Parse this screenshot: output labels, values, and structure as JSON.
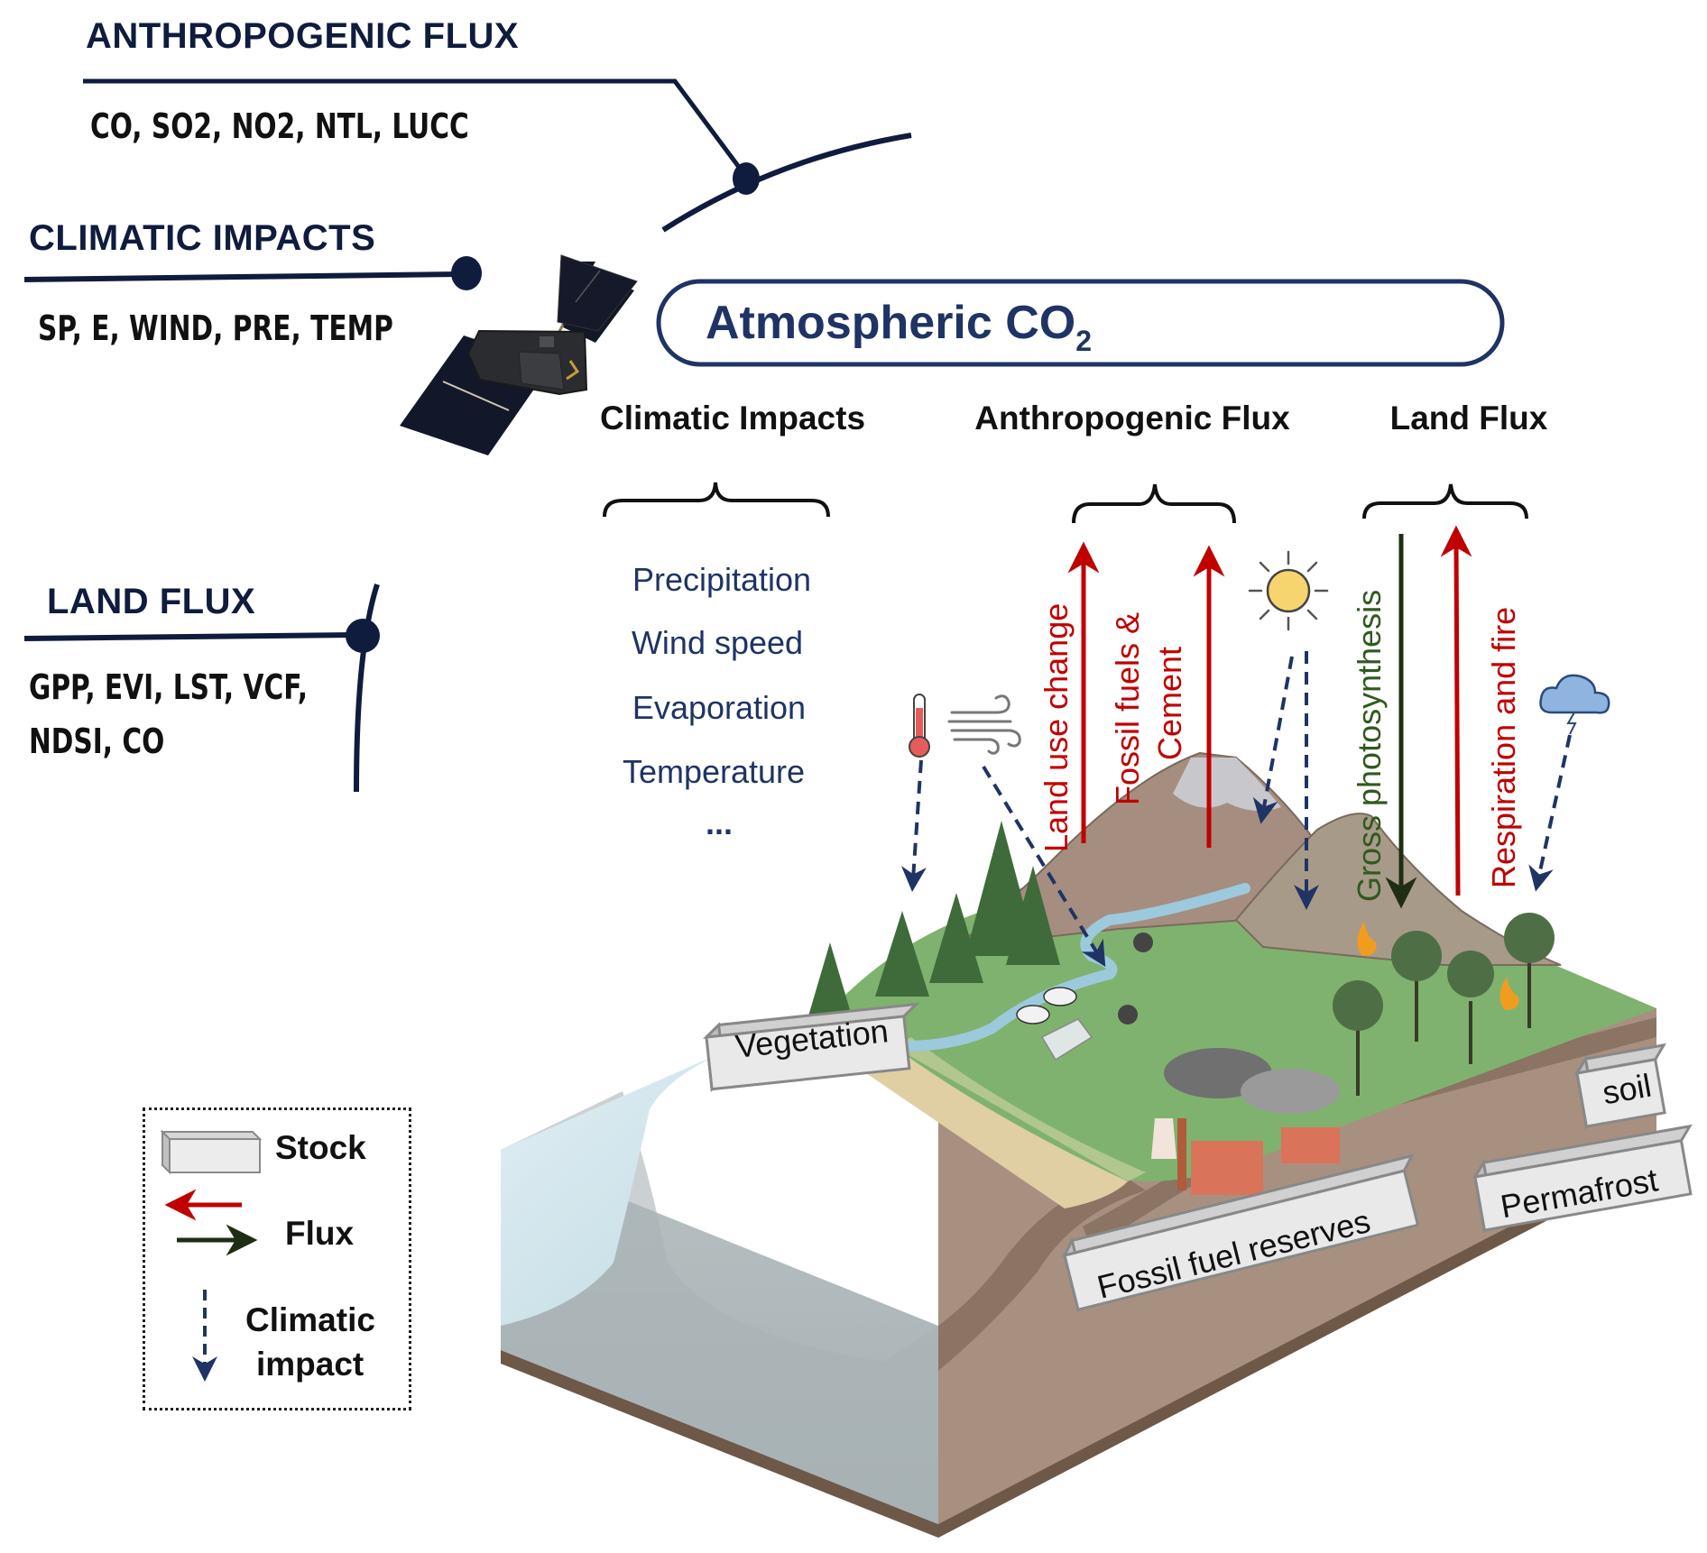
{
  "satellite_panel": {
    "groups": [
      {
        "title": "ANTHROPOGENIC FLUX",
        "variables": "CO, SO2, NO2, NTL, LUCC"
      },
      {
        "title": "CLIMATIC IMPACTS",
        "variables": "SP, E, WIND, PRE, TEMP"
      },
      {
        "title": "LAND FLUX",
        "variables_line1": "GPP, EVI, LST, VCF,",
        "variables_line2": "NDSI, CO"
      }
    ]
  },
  "atmosphere": {
    "label": "Atmospheric CO",
    "subscript": "2"
  },
  "columns": [
    {
      "heading": "Climatic Impacts"
    },
    {
      "heading": "Anthropogenic Flux"
    },
    {
      "heading": "Land Flux"
    }
  ],
  "climatic_factors": [
    "Precipitation",
    "Wind speed",
    "Evaporation",
    "Temperature",
    "..."
  ],
  "fluxes": {
    "anthropogenic": [
      {
        "label": "Land use change",
        "direction": "up",
        "color": "#c00000"
      },
      {
        "label_line1": "Fossil fuels &",
        "label_line2": "Cement",
        "direction": "up",
        "color": "#c00000"
      }
    ],
    "land": [
      {
        "label": "Gross photosynthesis",
        "direction": "down",
        "color": "#2f5a1e",
        "arrow_color": "#1d2e14"
      },
      {
        "label": "Respiration and fire",
        "direction": "up",
        "color": "#c00000"
      }
    ]
  },
  "climate_icons": [
    "thermometer-icon",
    "wind-icon",
    "sun-icon",
    "storm-cloud-icon"
  ],
  "stocks": [
    "Vegetation",
    "soil",
    "Permafrost",
    "Fossil fuel reserves"
  ],
  "legend": {
    "stock": "Stock",
    "flux": "Flux",
    "climatic_line1": "Climatic",
    "climatic_line2": "impact"
  },
  "colors": {
    "navy": "#0f1c3d",
    "pill_border": "#1f3464",
    "flux_red": "#c00000",
    "flux_green": "#1d2e14",
    "impact_blue": "#1f3464",
    "grass": "#7fb26e",
    "soil": "#a89080",
    "water": "#cfe6ef",
    "sea_floor": "#b4bcbe"
  }
}
